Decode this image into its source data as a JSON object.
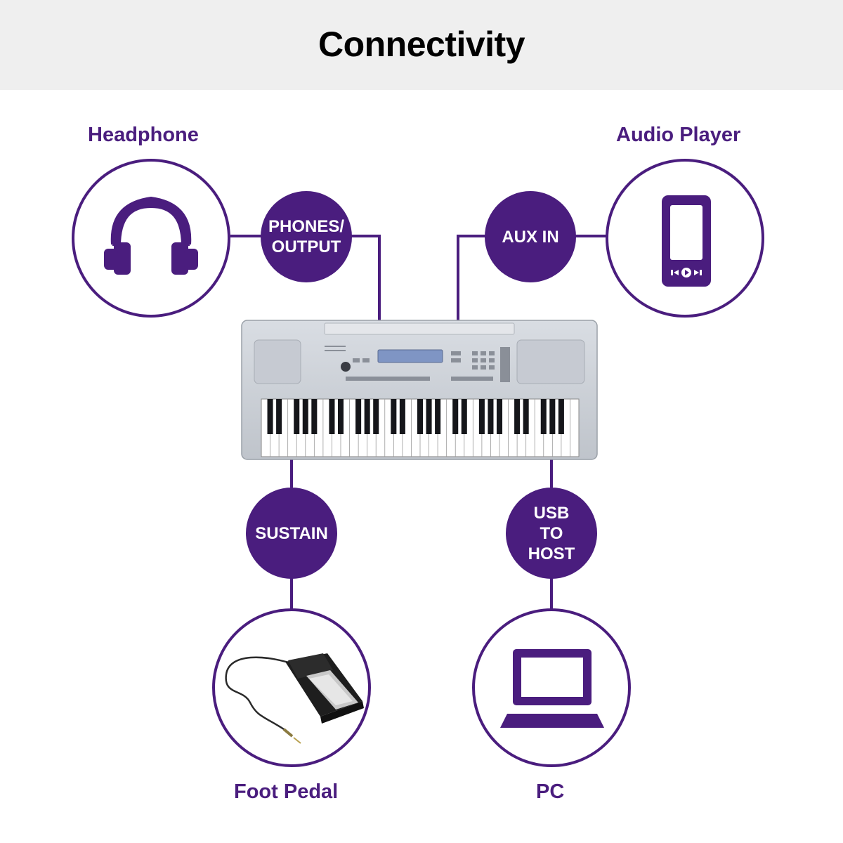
{
  "title": "Connectivity",
  "devices": {
    "headphone": "Headphone",
    "audio_player": "Audio Player",
    "foot_pedal": "Foot Pedal",
    "pc": "PC"
  },
  "ports": {
    "phones_output": [
      "PHONES/",
      "OUTPUT"
    ],
    "aux_in": "AUX IN",
    "sustain": "SUSTAIN",
    "usb_to_host": [
      "USB",
      "TO",
      "HOST"
    ]
  },
  "colors": {
    "accent": "#4a1d7e",
    "header_bg": "#efefef"
  },
  "icons": [
    "headphone-icon",
    "audio-player-icon",
    "foot-pedal-image",
    "laptop-icon",
    "keyboard-image"
  ]
}
